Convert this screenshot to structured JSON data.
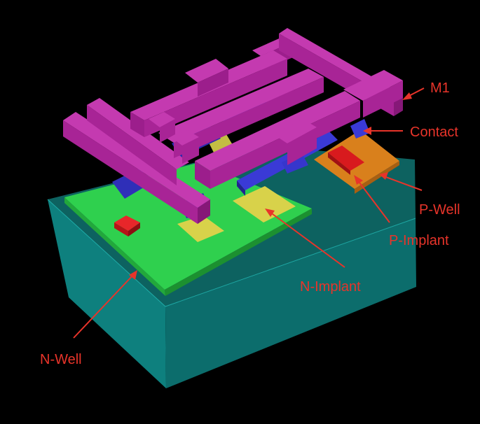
{
  "labels": {
    "m1": "M1",
    "contact": "Contact",
    "p_well": "P-Well",
    "p_implant": "P-Implant",
    "n_implant": "N-Implant",
    "n_well": "N-Well"
  },
  "colors": {
    "background": "#000000",
    "label": "#e8342a",
    "substrate": "#0f8c8a",
    "n_well_layer": "#2fd04e",
    "p_well_layer": "#d9801c",
    "n_implant": "#d8d24a",
    "p_implant": "#c81418",
    "poly_contact": "#3a3ad6",
    "metal1": "#b0209c"
  }
}
